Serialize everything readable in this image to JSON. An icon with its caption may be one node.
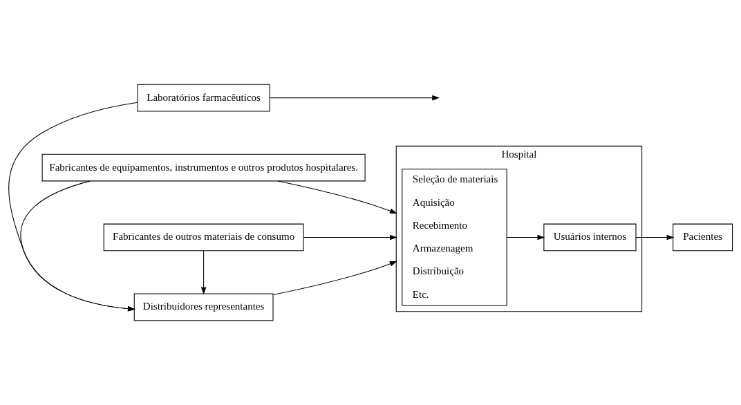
{
  "diagram": {
    "nodes": [
      {
        "text": [
          "Laboratórios farmacêuticos"
        ]
      },
      {
        "text": [
          "Fabricantes de equipamentos, instrumentos e outros produtos hospitalares."
        ]
      },
      {
        "text": [
          "Fabricantes de outros materiais de consumo"
        ]
      },
      {
        "text": [
          "Distribuidores representantes"
        ]
      },
      {
        "text": [
          "Hospital"
        ]
      },
      {
        "text": [
          "Seleção de materiais",
          "Aquisição",
          "Recebimento",
          "Armazenagem",
          "Distribuição",
          "Etc."
        ],
        "in": 4
      },
      {
        "text": [
          "Usuários internos"
        ],
        "in": 4
      },
      {
        "text": [
          "Pacientes"
        ]
      }
    ],
    "edges": [
      {
        "from": 0,
        "to": null,
        "arrow": "to"
      },
      {
        "from": 0,
        "to": 3,
        "arrow": "to"
      },
      {
        "from": 1,
        "to": 4,
        "arrow": "to"
      },
      {
        "from": 1,
        "to": 3,
        "arrow": "to"
      },
      {
        "from": 2,
        "to": 4,
        "arrow": "to"
      },
      {
        "from": 2,
        "to": 3,
        "arrow": "to"
      },
      {
        "from": 3,
        "to": 4,
        "arrow": "to"
      },
      {
        "from": 5,
        "to": 6,
        "arrow": "to"
      },
      {
        "from": 6,
        "to": 7,
        "arrow": "to"
      }
    ]
  }
}
